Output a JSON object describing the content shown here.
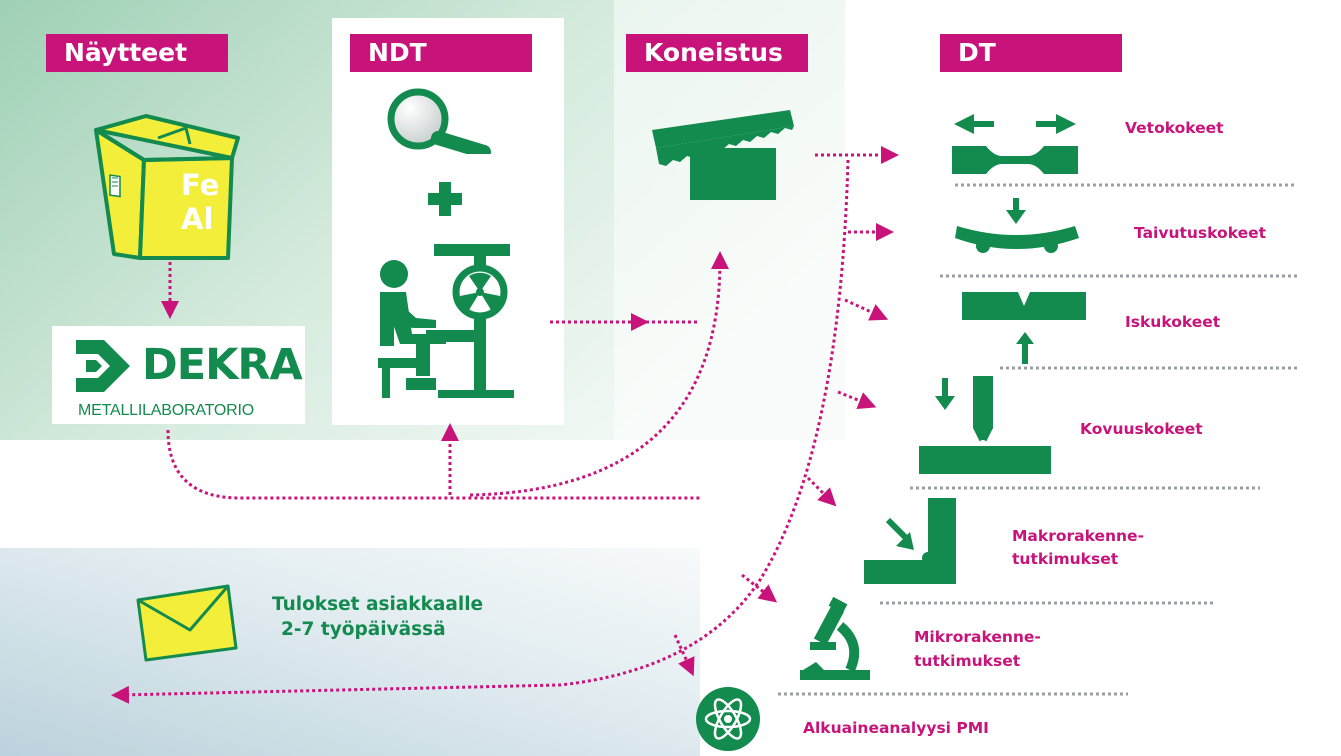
{
  "headers": {
    "samples": "Näytteet",
    "ndt": "NDT",
    "machining": "Koneistus",
    "dt": "DT"
  },
  "cube": {
    "line1": "Fe",
    "line2": "Al"
  },
  "lab": {
    "name": "DEKRA",
    "subtitle": "METALLILABORATORIO"
  },
  "tests": {
    "tensile": "Vetokokeet",
    "bending": "Taivutuskokeet",
    "impact": "Iskukokeet",
    "hardness": "Kovuuskokeet",
    "macro_line1": "Makrorakenne-",
    "macro_line2": "tutkimukset",
    "micro_line1": "Mikrorakenne-",
    "micro_line2": "tutkimukset",
    "pmi": "Alkuaineanalyysi PMI"
  },
  "results": {
    "line1": "Tulokset asiakkaalle",
    "line2": "2-7 työpäivässä"
  },
  "colors": {
    "green": "#138a4e",
    "magenta": "#c8147a",
    "yellow": "#f2ee3a",
    "bg_green": "#b9dcc8",
    "bg_blue": "#c9dbe3"
  }
}
